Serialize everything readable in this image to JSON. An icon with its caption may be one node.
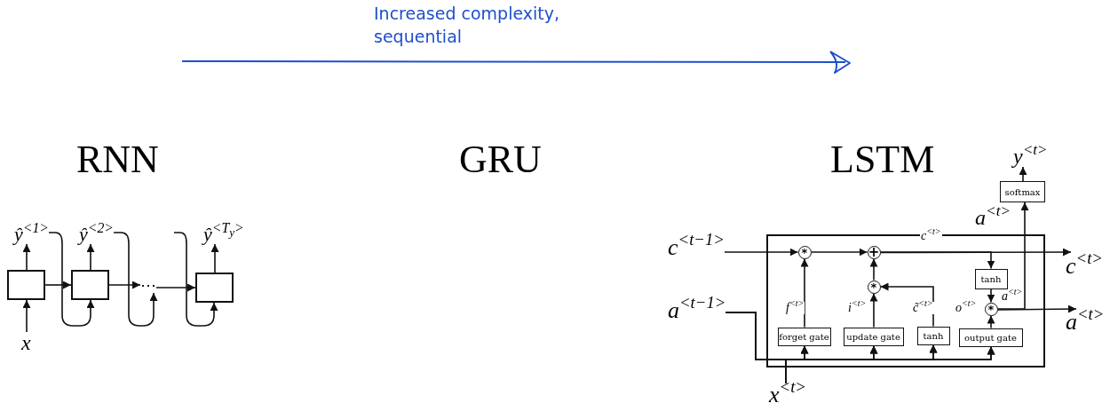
{
  "diagram": {
    "nodes": [
      {
        "text": [
          "ŷ$^{<1>}$"
        ]
      },
      {
        "text": [
          "ŷ$^{<2>}$"
        ]
      },
      {
        "text": [
          "ŷ$^{<T}$$_{y}$$^{>}$"
        ]
      },
      {
        "text": [],
        "shape": "box"
      },
      {
        "text": [],
        "shape": "box"
      },
      {
        "text": [
          "⋯"
        ]
      },
      {
        "text": [],
        "shape": "box"
      },
      {
        "text": [
          "x"
        ]
      },
      {
        "text": [
          "y$^{<t>}$"
        ]
      },
      {
        "text": [
          "softmax"
        ]
      },
      {
        "text": [
          "c$^{<t−1>}$"
        ]
      },
      {
        "text": [],
        "shape": "box"
      },
      {
        "text": [
          "*"
        ],
        "in": 11
      },
      {
        "text": [
          "+"
        ],
        "in": 11
      },
      {
        "text": [
          "tanh"
        ],
        "in": 11
      },
      {
        "text": [
          "*"
        ],
        "in": 11
      },
      {
        "text": [
          "*"
        ],
        "in": 11
      },
      {
        "text": [
          "forget gate"
        ],
        "in": 11
      },
      {
        "text": [
          "update gate"
        ],
        "in": 11
      },
      {
        "text": [
          "tanh"
        ],
        "in": 11
      },
      {
        "text": [
          "output gate"
        ],
        "in": 11
      },
      {
        "text": [
          "c$^{<t>}$"
        ]
      },
      {
        "text": [
          "a$^{<t−1>}$"
        ]
      },
      {
        "text": [
          "a$^{<t>}$"
        ]
      },
      {
        "text": [
          "x$^{<t>}$"
        ]
      }
    ],
    "edges": [
      {
        "from": 3,
        "to": 0,
        "arrow": "to"
      },
      {
        "from": 4,
        "to": 1,
        "arrow": "to"
      },
      {
        "from": 6,
        "to": 2,
        "arrow": "to"
      },
      {
        "from": 7,
        "to": 3,
        "arrow": "to"
      },
      {
        "from": 3,
        "to": 4,
        "arrow": "to"
      },
      {
        "from": 4,
        "to": 5,
        "arrow": "to"
      },
      {
        "from": 5,
        "to": 6,
        "arrow": "to"
      },
      {
        "from": 0,
        "to": 4,
        "arrow": "to"
      },
      {
        "from": 1,
        "to": 5,
        "arrow": "to"
      },
      {
        "from": null,
        "to": 6,
        "arrow": "to"
      },
      {
        "from": 10,
        "to": 12,
        "arrow": "to"
      },
      {
        "from": 12,
        "to": 13,
        "arrow": "to"
      },
      {
        "from": 13,
        "to": 21,
        "arrow": "to",
        "label": "c$^{<t>}$"
      },
      {
        "from": 13,
        "to": 14,
        "arrow": "to"
      },
      {
        "from": 14,
        "to": 16,
        "arrow": "to"
      },
      {
        "from": 16,
        "to": 23,
        "arrow": "to",
        "label": "a$^{<t>}$"
      },
      {
        "from": 16,
        "to": 9,
        "arrow": "to",
        "label": "a$^{<t>}$"
      },
      {
        "from": 9,
        "to": 8,
        "arrow": "to"
      },
      {
        "from": 17,
        "to": 12,
        "arrow": "to",
        "label": "f$^{<t>}$"
      },
      {
        "from": 18,
        "to": 15,
        "arrow": "to",
        "label": "i$^{<t>}$"
      },
      {
        "from": 15,
        "to": 13,
        "arrow": "to"
      },
      {
        "from": 19,
        "to": 15,
        "arrow": "to",
        "label": "c̃$^{<t>}$"
      },
      {
        "from": 20,
        "to": 16,
        "arrow": "to",
        "label": "o$^{<t>}$"
      },
      {
        "from": 22,
        "to": 17,
        "arrow": "to"
      },
      {
        "from": 22,
        "to": 18,
        "arrow": "to"
      },
      {
        "from": 22,
        "to": 19,
        "arrow": "to"
      },
      {
        "from": 22,
        "to": 20,
        "arrow": "to"
      },
      {
        "from": 24,
        "to": 17,
        "arrow": "to"
      },
      {
        "from": 24,
        "to": 18,
        "arrow": "to"
      },
      {
        "from": 24,
        "to": 19,
        "arrow": "to"
      },
      {
        "from": 24,
        "to": 20,
        "arrow": "to"
      }
    ],
    "labels": [
      "Increased complexity, sequential",
      "RNN",
      "GRU",
      "LSTM"
    ]
  }
}
